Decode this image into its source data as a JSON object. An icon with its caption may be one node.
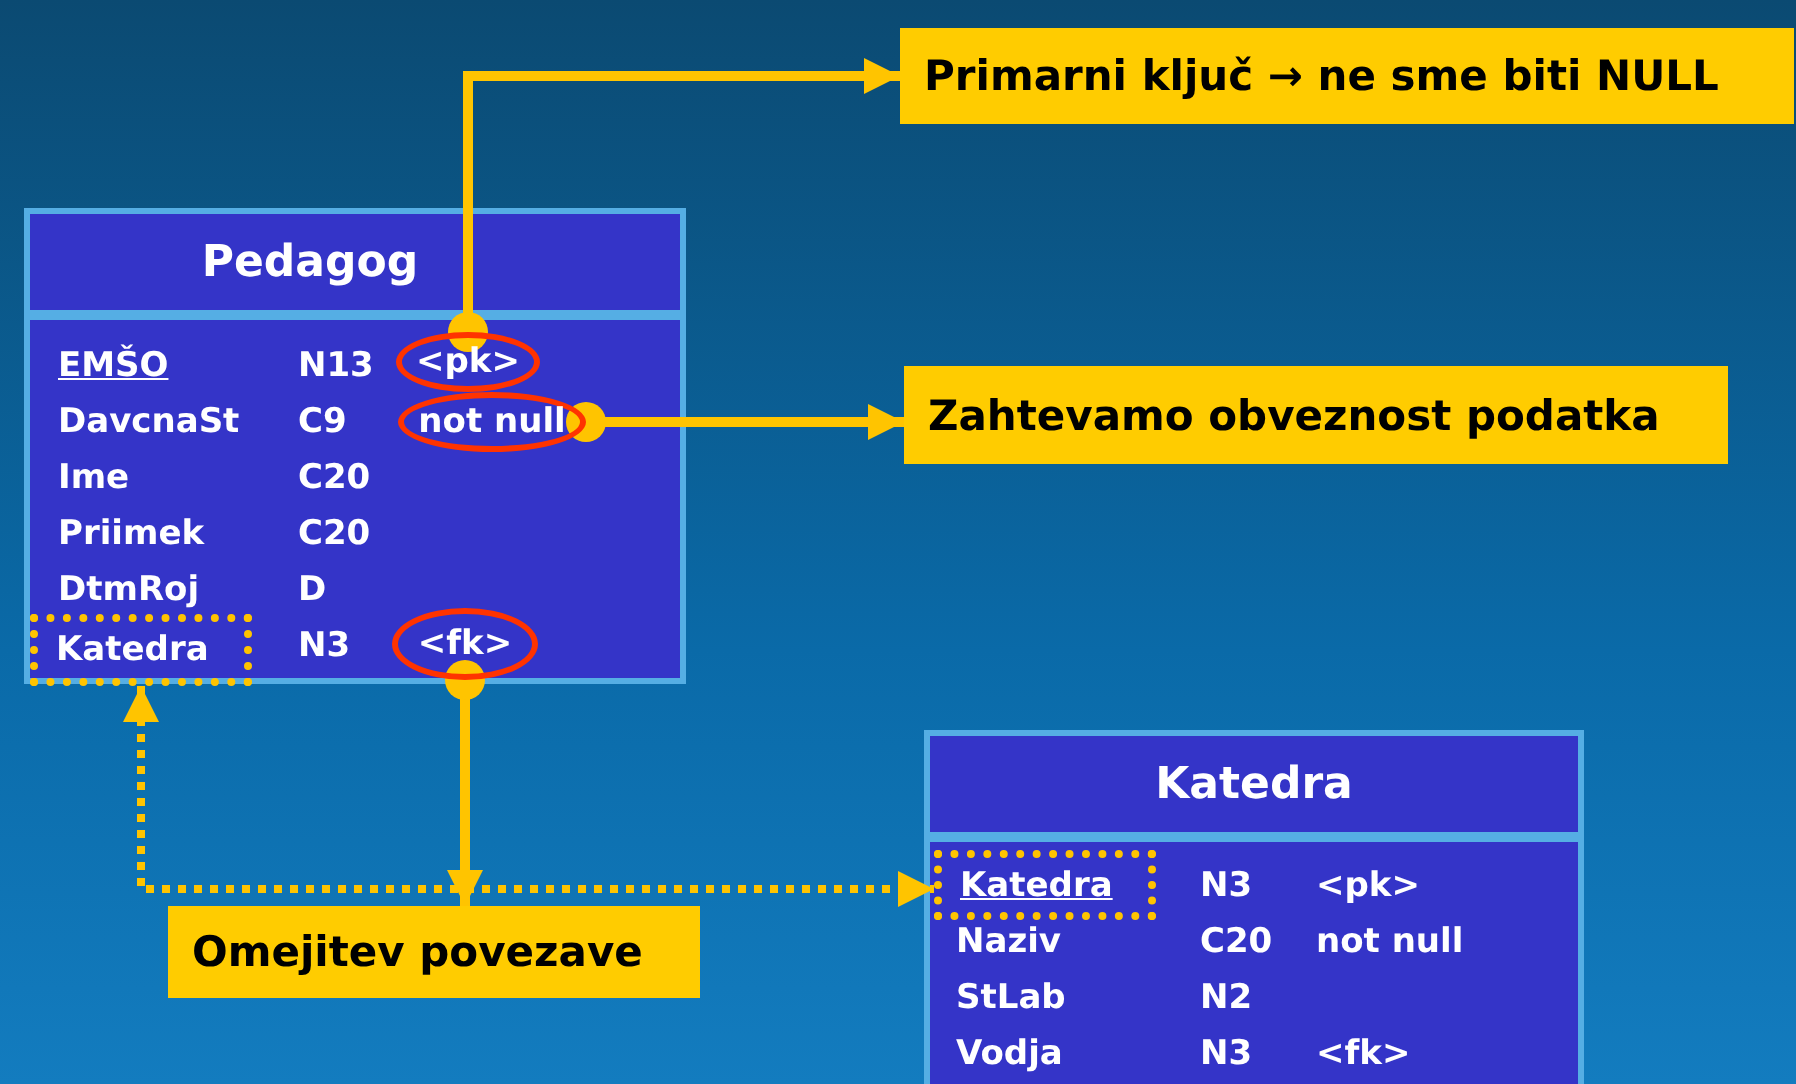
{
  "diagram": {
    "nodes": [
      {
        "text": [
          "Pedagog",
          "EMŠO",
          "N13",
          "DavcnaSt",
          "C9",
          "Ime",
          "C20",
          "Priimek",
          "C20",
          "DtmRoj",
          "D",
          "N3"
        ]
      },
      {
        "text": [
          "<pk>"
        ],
        "in": 0
      },
      {
        "text": [
          "not null"
        ],
        "in": 0
      },
      {
        "text": [
          "Katedra"
        ],
        "in": 0
      },
      {
        "text": [
          "<fk>"
        ],
        "in": 0
      },
      {
        "text": [
          "Primarni ključ → ne sme biti NULL"
        ]
      },
      {
        "text": [
          "Zahtevamo obveznost podatka"
        ]
      },
      {
        "text": [
          "Katedra",
          "N3",
          "<pk>",
          "Naziv",
          "C20",
          "not null",
          "StLab",
          "N2",
          "Vodja",
          "N3",
          "<fk>"
        ]
      },
      {
        "text": [
          "Katedra"
        ],
        "in": 7
      },
      {
        "text": [
          "Omejitev povezave"
        ]
      }
    ],
    "edges": [
      {
        "from": 1,
        "to": 5,
        "arrow": "to"
      },
      {
        "from": 2,
        "to": 6,
        "arrow": "to"
      },
      {
        "from": 4,
        "to": 9,
        "arrow": "to"
      },
      {
        "from": 3,
        "to": 8,
        "arrow": "both",
        "style": "dashed"
      }
    ]
  }
}
